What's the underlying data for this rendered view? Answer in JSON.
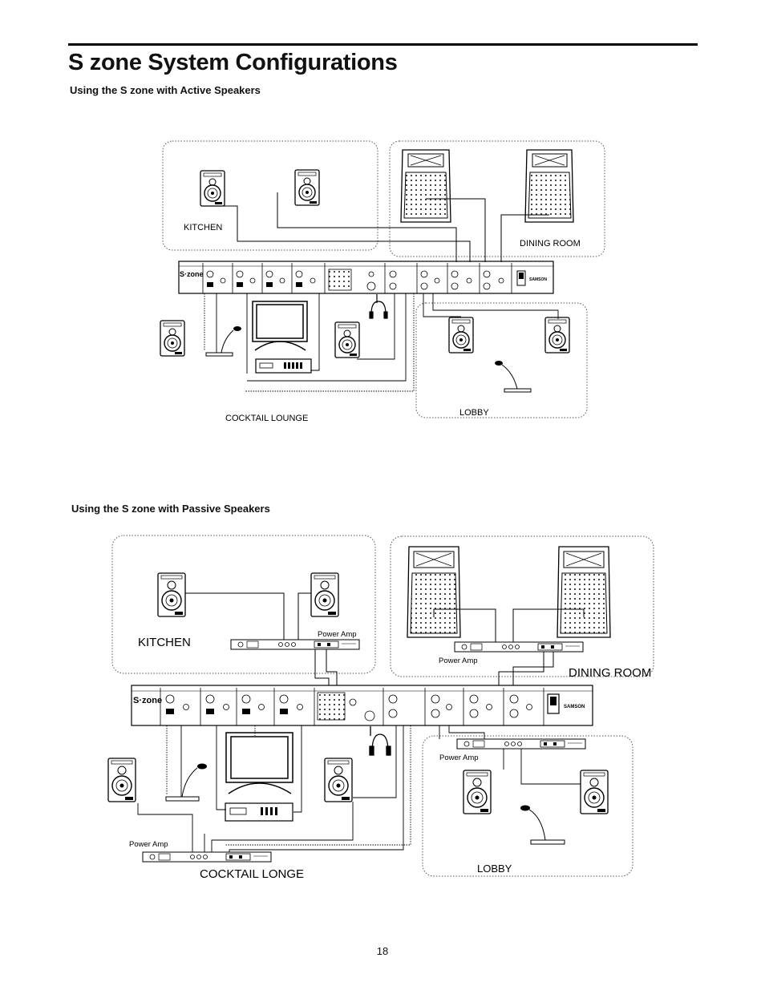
{
  "page": {
    "title": "S zone System Configurations",
    "page_number": "18"
  },
  "section_active": {
    "heading": "Using the S zone with Active Speakers",
    "zones": {
      "kitchen": "KITCHEN",
      "dining": "DINING ROOM",
      "cocktail": "COCKTAIL LOUNGE",
      "lobby": "LOBBY"
    },
    "mixer": {
      "logo": "S·zone",
      "brand": "SAMSON"
    }
  },
  "section_passive": {
    "heading": "Using the S zone with Passive Speakers",
    "zones": {
      "kitchen": "KITCHEN",
      "dining": "DINING ROOM",
      "cocktail": "COCKTAIL LONGE",
      "lobby": "LOBBY"
    },
    "amp_labels": {
      "kitchen": "Power Amp",
      "dining": "Power Amp",
      "lobby": "Power Amp",
      "cocktail": "Power Amp"
    },
    "mixer": {
      "logo": "S·zone",
      "brand": "SAMSON"
    }
  }
}
